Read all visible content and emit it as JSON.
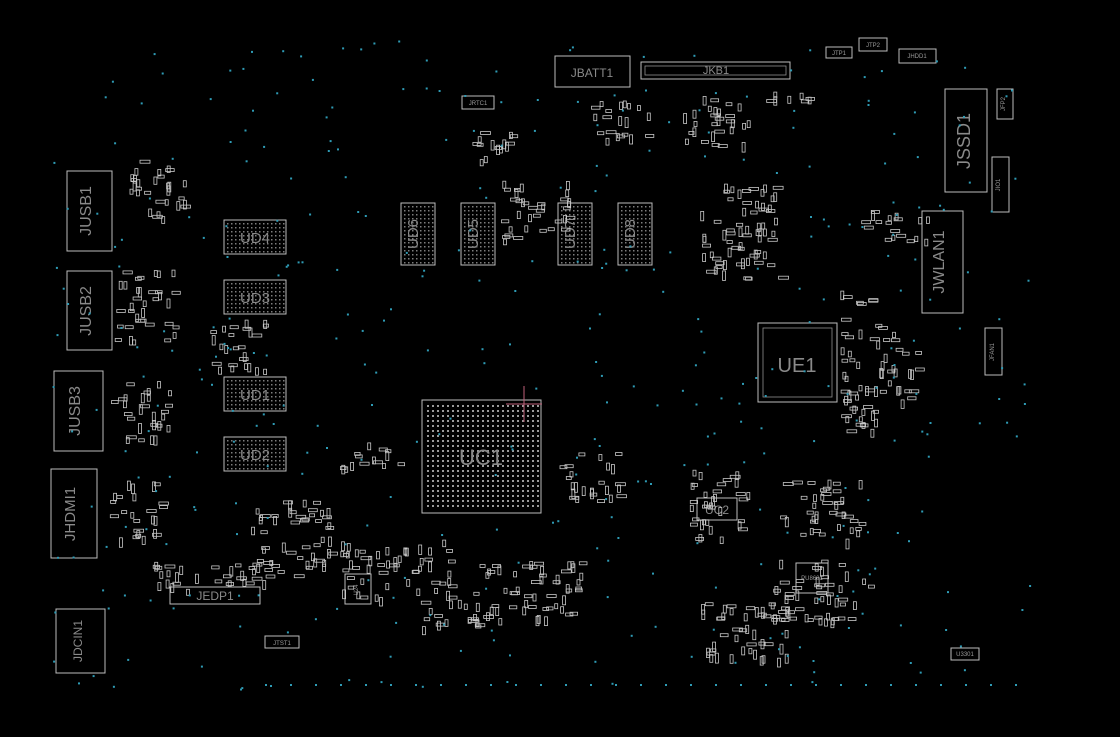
{
  "components": {
    "jbatt1": "JBATT1",
    "jkb1": "JKB1",
    "jtp1": "JTP1",
    "jtp2": "JTP2",
    "jhdd1": "JHDD1",
    "jrtc1": "JRTC1",
    "jfp2": "JFP2",
    "jssd1": "JSSD1",
    "jio1": "JIO1",
    "jusb1": "JUSB1",
    "jusb2": "JUSB2",
    "jusb3": "JUSB3",
    "jhdmi1": "JHDMI1",
    "jdcin1": "JDCIN1",
    "jedp1": "JEDP1",
    "jtst1": "JTST1",
    "ud1": "UD1",
    "ud2": "UD2",
    "ud3": "UD3",
    "ud4": "UD4",
    "ud5": "UD5",
    "ud6": "UD6",
    "ud7": "UD7",
    "ud8": "UD8",
    "uc1": "UC1",
    "uc2": "UC2",
    "ue1": "UE1",
    "u24": "U24",
    "jwlan1": "JWLAN1",
    "jfan1": "JFAN1",
    "pu8601": "PU8601",
    "u3301": "U3301"
  },
  "colors": {
    "background": "#000000",
    "outline": "#bdbdbd",
    "label": "#8a8a8a",
    "via": "#2e9bb5",
    "cursor": "#c0607a"
  }
}
